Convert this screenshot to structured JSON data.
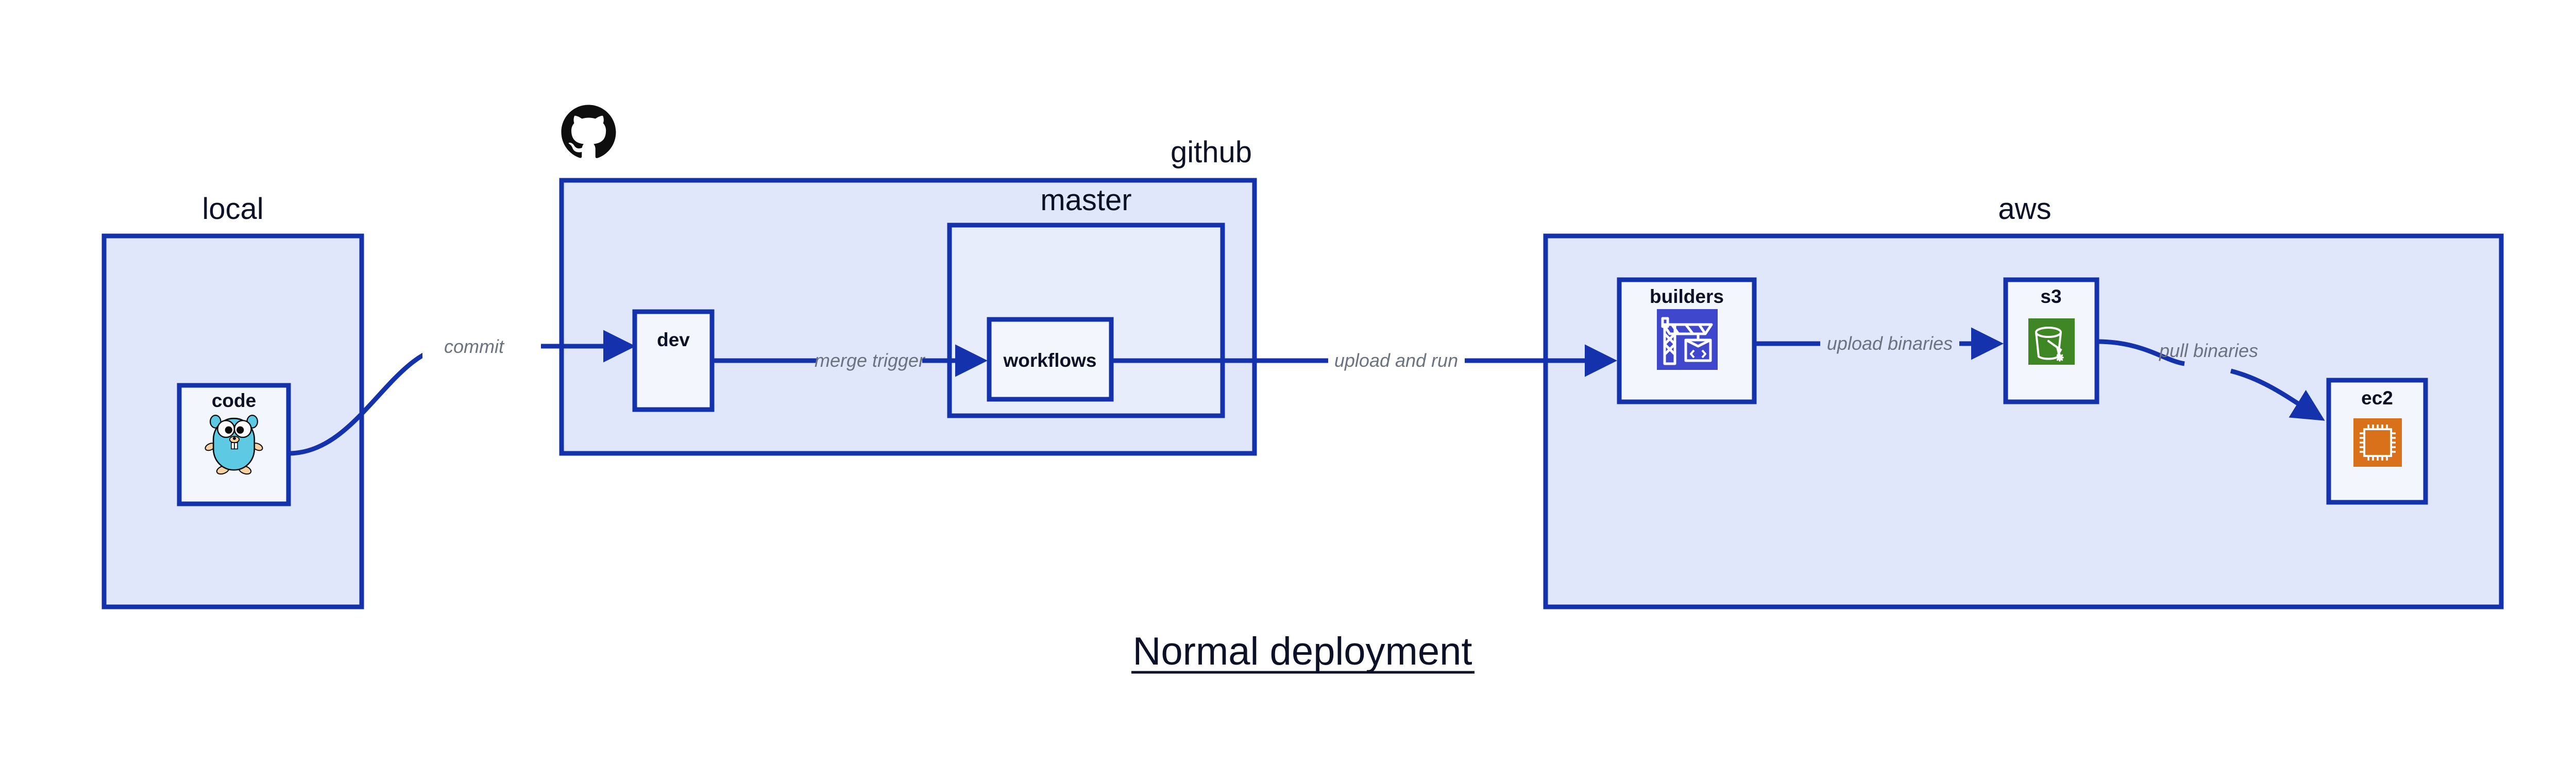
{
  "diagram": {
    "title": "Normal deployment",
    "background_color": "#ffffff",
    "accent_color": "#1332ab",
    "group_fill_color": "#e1e7fa",
    "node_fill_color": "#f3f6fd",
    "label_color": "#0d1127",
    "edge_label_color": "#6b7280"
  },
  "groups": {
    "local": {
      "label": "local"
    },
    "github": {
      "label": "github",
      "logo_icon": "github-octocat-icon"
    },
    "master": {
      "label": "master"
    },
    "aws": {
      "label": "aws"
    }
  },
  "nodes": {
    "code": {
      "label": "code",
      "icon": "go-gopher-icon"
    },
    "dev": {
      "label": "dev",
      "icon": "none"
    },
    "workflows": {
      "label": "workflows",
      "icon": "none"
    },
    "builders": {
      "label": "builders",
      "icon": "aws-codebuild-icon",
      "icon_color": "#3f48cc"
    },
    "s3": {
      "label": "s3",
      "icon": "aws-s3-bucket-icon",
      "icon_color": "#3f8624"
    },
    "ec2": {
      "label": "ec2",
      "icon": "aws-ec2-chip-icon",
      "icon_color": "#d9701a"
    }
  },
  "edges": [
    {
      "id": "code-to-dev",
      "label": "commit",
      "from": "code",
      "to": "dev"
    },
    {
      "id": "dev-to-workflows",
      "label": "merge trigger",
      "from": "dev",
      "to": "workflows"
    },
    {
      "id": "workflows-to-builders",
      "label": "upload and run",
      "from": "workflows",
      "to": "builders"
    },
    {
      "id": "builders-to-s3",
      "label": "upload binaries",
      "from": "builders",
      "to": "s3"
    },
    {
      "id": "s3-to-ec2",
      "label": "pull binaries",
      "from": "s3",
      "to": "ec2"
    }
  ]
}
